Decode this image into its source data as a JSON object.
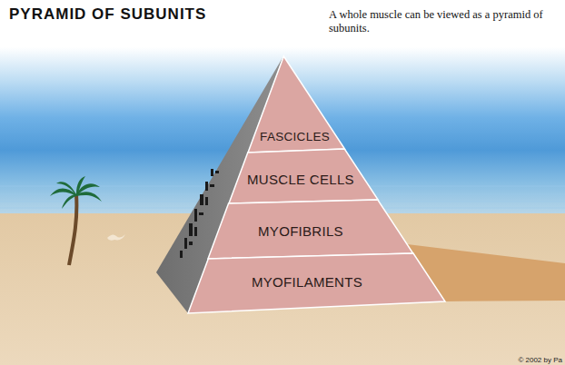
{
  "diagram": {
    "title": "PYRAMID OF SUBUNITS",
    "caption": "A whole muscle can be viewed as a pyramid of subunits.",
    "nodes": [
      {
        "text": [
          "FASCICLES"
        ]
      },
      {
        "text": [
          "MUSCLE CELLS"
        ]
      },
      {
        "text": [
          "MYOFIBRILS"
        ]
      },
      {
        "text": [
          "MYOFILAMENTS"
        ]
      }
    ],
    "labels": [
      "© 2002 by Pa"
    ]
  }
}
